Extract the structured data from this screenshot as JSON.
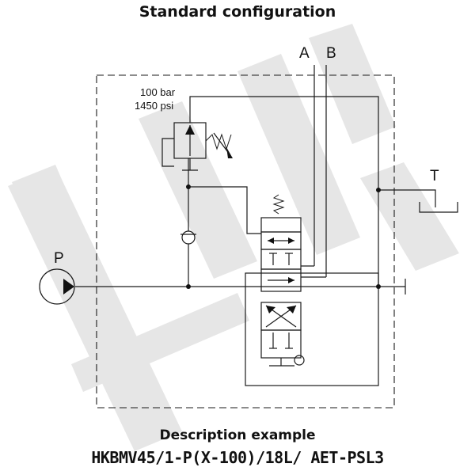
{
  "title": "Standard configuration",
  "ports": {
    "a": "A",
    "b": "B",
    "t": "T",
    "p": "P"
  },
  "relief_valve": {
    "pressure_bar": "100 bar",
    "pressure_psi": "1450 psi"
  },
  "description": {
    "label": "Description example",
    "code": "HKBMV45/1-P(X-100)/18L/ AET-PSL3"
  },
  "watermark": {
    "text": "HK",
    "color": "#e6e6e6"
  }
}
